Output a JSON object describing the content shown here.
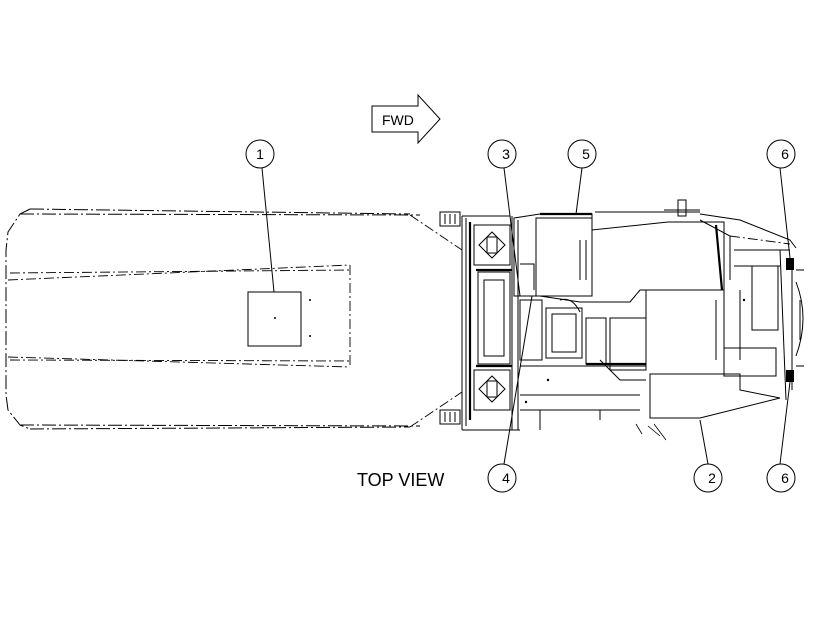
{
  "diagram": {
    "view_label": "TOP VIEW",
    "direction_label": "FWD",
    "callouts": [
      {
        "id": "callout-1",
        "label": "1"
      },
      {
        "id": "callout-3",
        "label": "3"
      },
      {
        "id": "callout-5",
        "label": "5"
      },
      {
        "id": "callout-6-top",
        "label": "6"
      },
      {
        "id": "callout-4",
        "label": "4"
      },
      {
        "id": "callout-2",
        "label": "2"
      },
      {
        "id": "callout-6-bottom",
        "label": "6"
      }
    ]
  }
}
